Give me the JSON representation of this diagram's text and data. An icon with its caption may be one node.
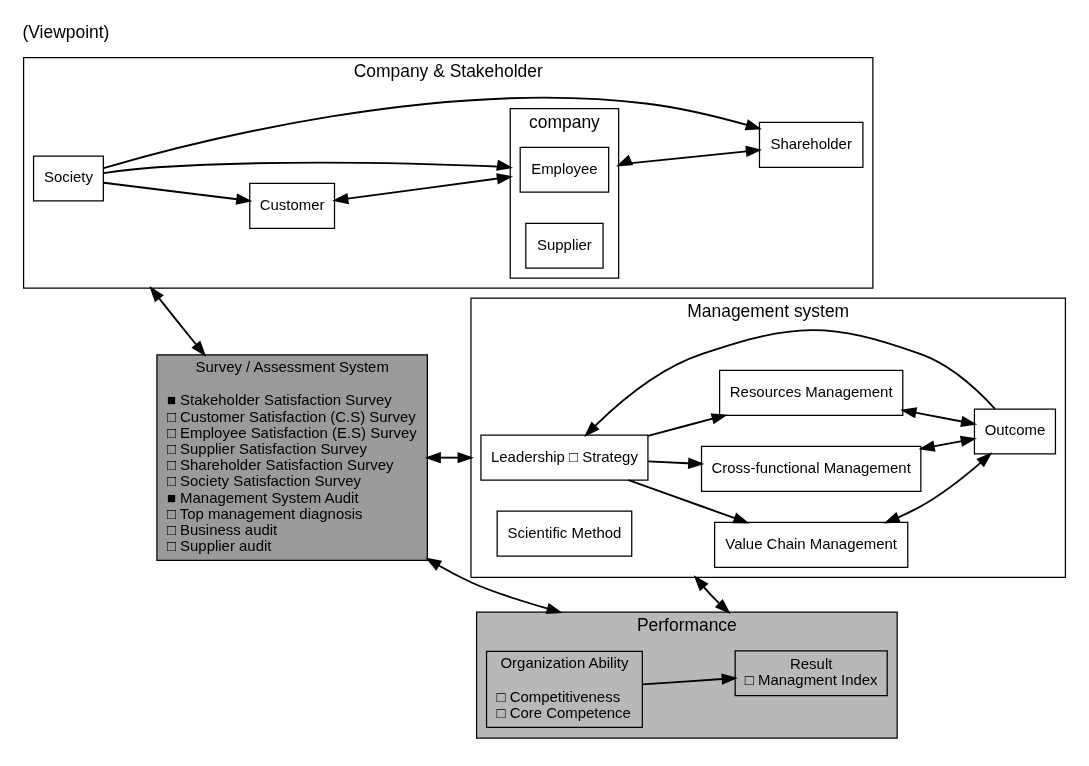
{
  "diagram": {
    "title": "(Viewpoint)",
    "nodes": [
      {
        "text": [
          "Company & Stakeholder"
        ]
      },
      {
        "text": [
          "Society"
        ],
        "in": 0
      },
      {
        "text": [
          "Customer"
        ],
        "in": 0
      },
      {
        "text": [
          "company"
        ],
        "in": 0
      },
      {
        "text": [
          "Employee"
        ],
        "in": 3
      },
      {
        "text": [
          "Supplier"
        ],
        "in": 3
      },
      {
        "text": [
          "Shareholder"
        ],
        "in": 0
      },
      {
        "text": [
          "Survey / Assessment System",
          "■ Stakeholder Satisfaction Survey",
          "□ Customer Satisfaction (C.S) Survey",
          "□ Employee Satisfaction (E.S) Survey",
          "□ Supplier Satisfaction Survey",
          "□ Shareholder Satisfaction Survey",
          "□ Society Satisfaction Survey",
          "■ Management System Audit",
          "□ Top management diagnosis",
          "□ Business audit",
          "□ Supplier audit"
        ]
      },
      {
        "text": [
          "Management system"
        ]
      },
      {
        "text": [
          "Leadership □ Strategy"
        ],
        "in": 8
      },
      {
        "text": [
          "Value Chain Management"
        ],
        "in": 8
      },
      {
        "text": [
          "Cross-functional Management"
        ],
        "in": 8
      },
      {
        "text": [
          "Resources Management"
        ],
        "in": 8
      },
      {
        "text": [
          "Outcome"
        ],
        "in": 8
      },
      {
        "text": [
          "Scientific Method"
        ],
        "in": 8
      },
      {
        "text": [
          "Performance"
        ]
      },
      {
        "text": [
          "Result",
          "□ Managment Index"
        ],
        "in": 15
      },
      {
        "text": [
          "Organization Ability",
          "□ Competitiveness",
          "□ Core Competence"
        ],
        "in": 15
      }
    ],
    "edges": [
      {
        "from": 1,
        "to": 2,
        "arrow": "to"
      },
      {
        "from": 1,
        "to": 3,
        "arrow": "to"
      },
      {
        "from": 1,
        "to": 6,
        "arrow": "to"
      },
      {
        "from": 2,
        "to": 3,
        "arrow": "both"
      },
      {
        "from": 3,
        "to": 6,
        "arrow": "both"
      },
      {
        "from": 0,
        "to": 7,
        "arrow": "both"
      },
      {
        "from": 7,
        "to": 8,
        "arrow": "both"
      },
      {
        "from": 9,
        "to": 10,
        "arrow": "to"
      },
      {
        "from": 9,
        "to": 11,
        "arrow": "to"
      },
      {
        "from": 9,
        "to": 12,
        "arrow": "to"
      },
      {
        "from": 10,
        "to": 13,
        "arrow": "both"
      },
      {
        "from": 11,
        "to": 13,
        "arrow": "both"
      },
      {
        "from": 12,
        "to": 13,
        "arrow": "both"
      },
      {
        "from": 13,
        "to": 9,
        "arrow": "to"
      },
      {
        "from": 7,
        "to": 15,
        "arrow": "both"
      },
      {
        "from": 8,
        "to": 15,
        "arrow": "both"
      },
      {
        "from": 17,
        "to": 16,
        "arrow": "to"
      }
    ]
  }
}
